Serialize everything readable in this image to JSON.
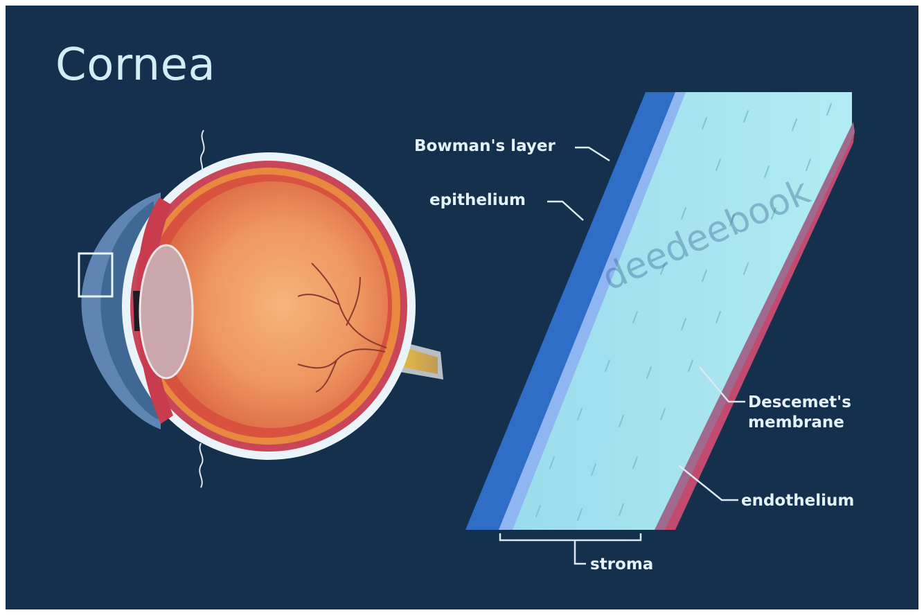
{
  "title": "Cornea",
  "labels": {
    "bowmans_layer": "Bowman's layer",
    "epithelium": "epithelium",
    "descemets_membrane_line1": "Descemet's",
    "descemets_membrane_line2": "membrane",
    "endothelium": "endothelium",
    "stroma": "stroma"
  },
  "watermark": "deedeebook",
  "colors": {
    "background": "#15304c",
    "title": "#d4ecf5",
    "label": "#e4f1f7",
    "stroma": "#a6e3ef",
    "epithelium": "#2f6ec7",
    "bowmans_layer": "#8fb6f0",
    "descemets_membrane": "#a05a87",
    "endothelium": "#c24a6e",
    "eye_retina": "#e2774f",
    "eye_vitreous": "#f2a66e",
    "sclera": "#e9f3f8",
    "lens": "#c6a3a6"
  }
}
